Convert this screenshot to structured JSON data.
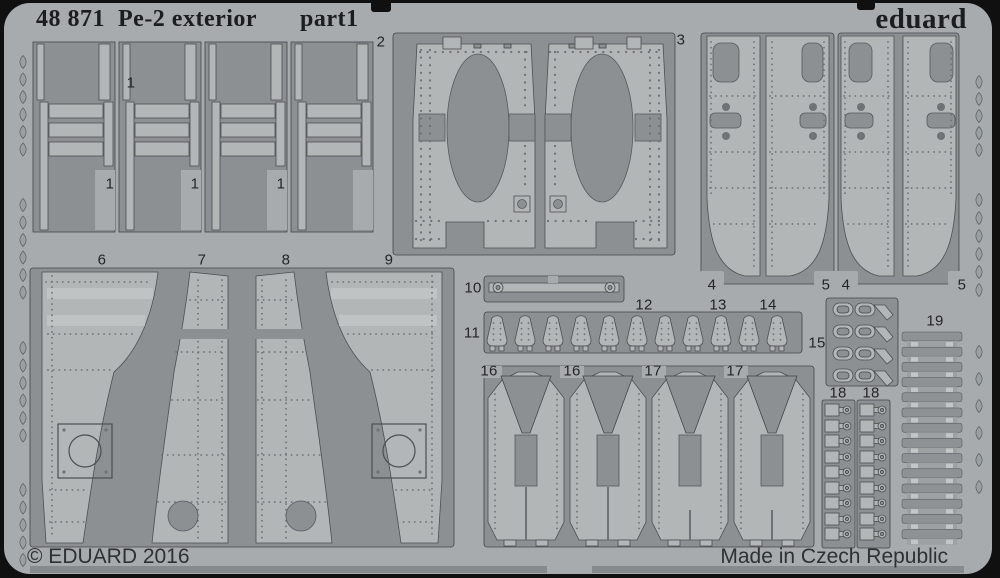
{
  "header": {
    "catalog": "48 871",
    "title": "Pe-2 exterior",
    "part": "part1",
    "brand": "eduard"
  },
  "footer": {
    "copyright": "© EDUARD 2016",
    "origin": "Made in Czech Republic"
  },
  "labels": [
    "1",
    "1",
    "1",
    "1",
    "2",
    "3",
    "4",
    "5",
    "4",
    "5",
    "6",
    "7",
    "8",
    "9",
    "10",
    "11",
    "12",
    "13",
    "14",
    "15",
    "16",
    "16",
    "17",
    "17",
    "18",
    "18",
    "19"
  ],
  "colors": {
    "plate": "#a8abad",
    "window": "#8c9092",
    "part": "#b3b6b7",
    "highlight": "#c0c3c4",
    "detail": "#6f7375",
    "background": "#101010",
    "text": "#1b1d1f"
  }
}
